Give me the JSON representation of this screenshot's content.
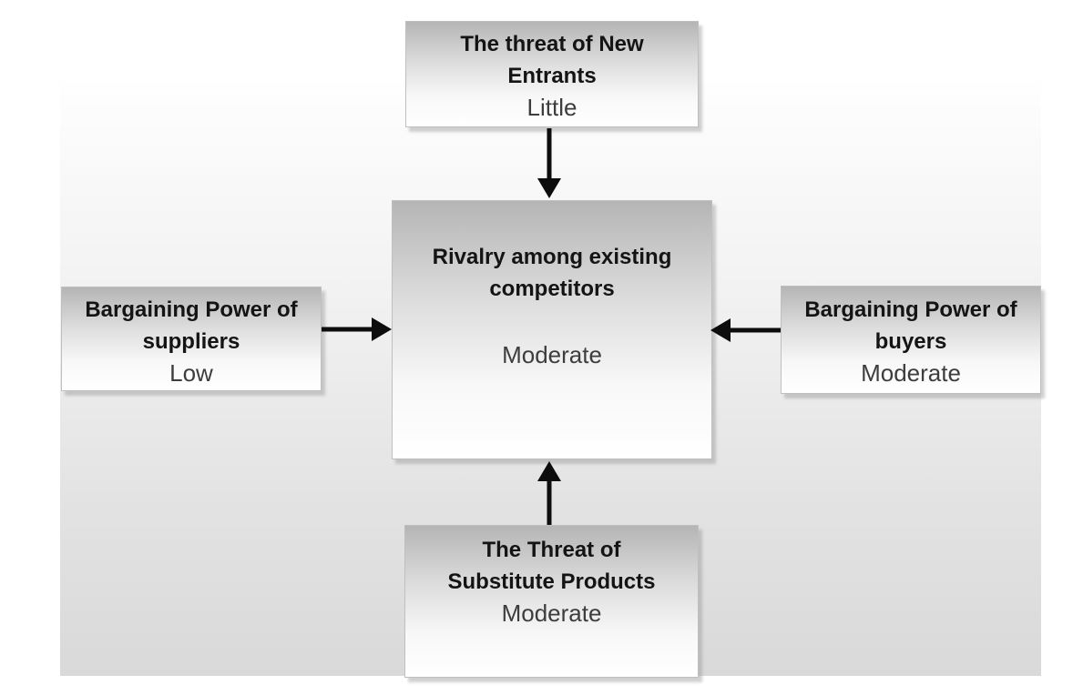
{
  "diagram": {
    "type": "five-forces",
    "boxes": {
      "top": {
        "title": "The threat of New\nEntrants",
        "value": "Little"
      },
      "left": {
        "title": "Bargaining Power of\nsuppliers",
        "value": "Low"
      },
      "center": {
        "title": "Rivalry among existing\ncompetitors",
        "value": "Moderate"
      },
      "right": {
        "title": "Bargaining Power of\nbuyers",
        "value": "Moderate"
      },
      "bottom": {
        "title": "The Threat of\nSubstitute Products",
        "value": "Moderate"
      }
    },
    "arrows": [
      {
        "name": "arrow-down",
        "from": "top",
        "to": "center"
      },
      {
        "name": "arrow-right",
        "from": "left",
        "to": "center"
      },
      {
        "name": "arrow-left",
        "from": "right",
        "to": "center"
      },
      {
        "name": "arrow-up",
        "from": "bottom",
        "to": "center"
      }
    ],
    "colors": {
      "box_gradient_top": "#b5b5b5",
      "box_gradient_bottom": "#ffffff",
      "panel_gradient_top": "#fefefe",
      "panel_gradient_bottom": "#d9d9d9",
      "arrow": "#0d0d0d",
      "title_text": "#141414",
      "value_text": "#3d3d3d",
      "page_background": "#ffffff"
    }
  }
}
